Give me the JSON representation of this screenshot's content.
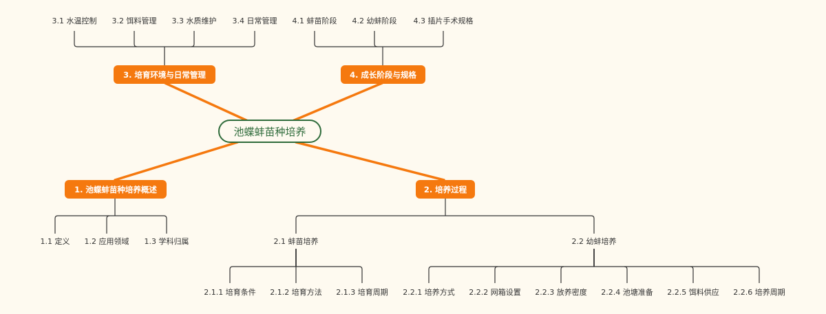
{
  "root": {
    "label": "池蝶蚌苗种培养"
  },
  "colors": {
    "background": "#fefaf0",
    "branch": "#f5790f",
    "root_border": "#2e6b3a",
    "connector": "#333333"
  },
  "branches": [
    {
      "label": "1. 池蝶蚌苗种培养概述",
      "children": [
        {
          "label": "1.1 定义"
        },
        {
          "label": "1.2 应用领域"
        },
        {
          "label": "1.3 学科归属"
        }
      ]
    },
    {
      "label": "2. 培养过程",
      "children": [
        {
          "label": "2.1 蚌苗培养",
          "children": [
            {
              "label": "2.1.1 培育条件"
            },
            {
              "label": "2.1.2 培育方法"
            },
            {
              "label": "2.1.3 培育周期"
            }
          ]
        },
        {
          "label": "2.2 幼蚌培养",
          "children": [
            {
              "label": "2.2.1 培养方式"
            },
            {
              "label": "2.2.2 网箱设置"
            },
            {
              "label": "2.2.3 放养密度"
            },
            {
              "label": "2.2.4 池塘准备"
            },
            {
              "label": "2.2.5 饵料供应"
            },
            {
              "label": "2.2.6 培养周期"
            }
          ]
        }
      ]
    },
    {
      "label": "3. 培育环境与日常管理",
      "children": [
        {
          "label": "3.1 水温控制"
        },
        {
          "label": "3.2 饵料管理"
        },
        {
          "label": "3.3 水质维护"
        },
        {
          "label": "3.4 日常管理"
        }
      ]
    },
    {
      "label": "4. 成长阶段与规格",
      "children": [
        {
          "label": "4.1 蚌苗阶段"
        },
        {
          "label": "4.2 幼蚌阶段"
        },
        {
          "label": "4.3 插片手术规格"
        }
      ]
    }
  ]
}
